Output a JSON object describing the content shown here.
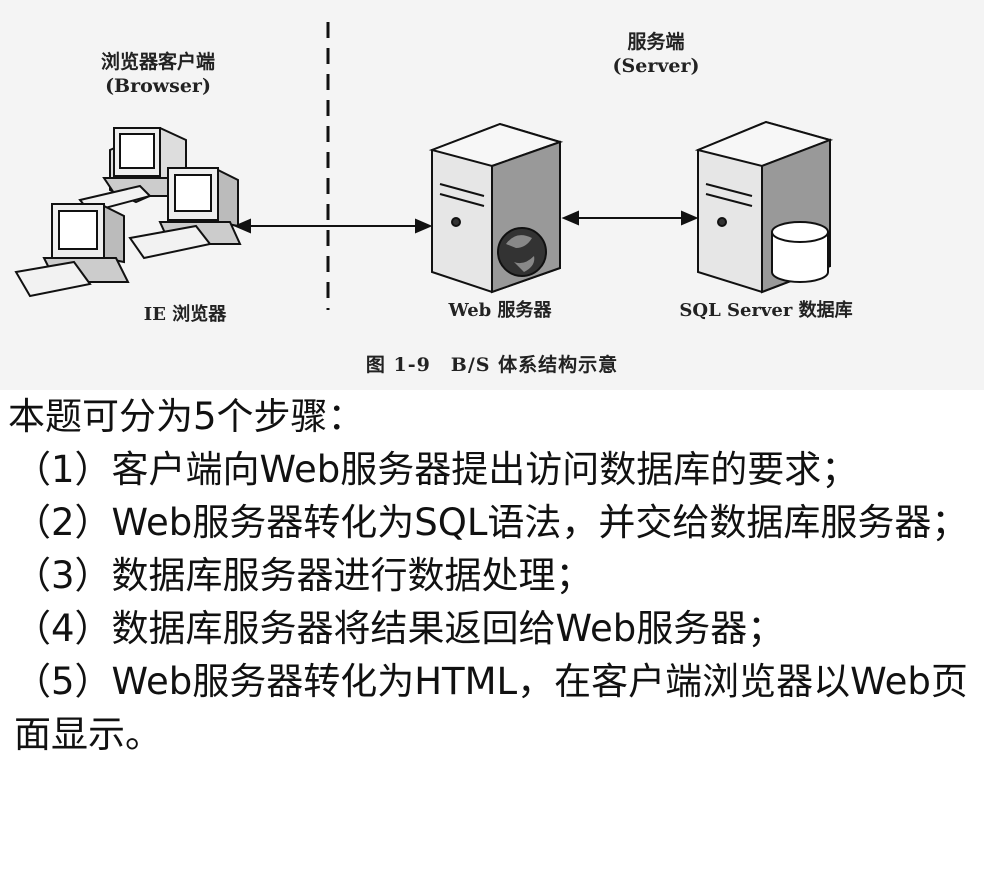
{
  "diagram": {
    "client_header": [
      "浏览器客户端",
      "(Browser)"
    ],
    "server_header": [
      "服务端",
      "(Server)"
    ],
    "client_label": "IE 浏览器",
    "web_label": "Web 服务器",
    "db_label": "SQL Server 数据库",
    "caption": "图 1-9　B/S 体系结构示意"
  },
  "text": {
    "intro": "本题可分为5个步骤：",
    "steps": [
      "（1）客户端向Web服务器提出访问数据库的要求；",
      "（2）Web服务器转化为SQL语法，并交给数据库服务器；",
      "（3）数据库服务器进行数据处理；",
      "（4）数据库服务器将结果返回给Web服务器；",
      "（5）Web服务器转化为HTML，在客户端浏览器以Web页面显示。"
    ]
  }
}
